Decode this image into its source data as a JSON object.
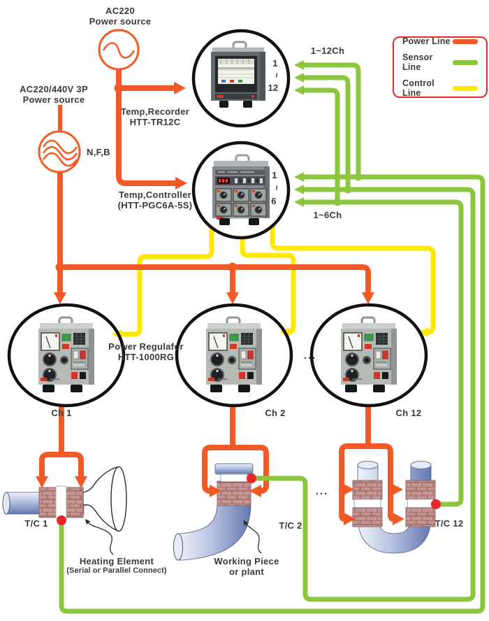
{
  "colors": {
    "power_line": "#F15A24",
    "sensor_line": "#8CC63F",
    "control_line": "#FFE800",
    "legend_border": "#E8262C",
    "red_dot": "#E8262C",
    "circle_stroke": "#111111"
  },
  "legend": {
    "items": [
      {
        "label": "Power Line",
        "color": "#F15A24"
      },
      {
        "label": "Sensor Line",
        "color": "#8CC63F"
      },
      {
        "label": "Control Line",
        "color": "#FFE800"
      }
    ]
  },
  "power_sources": {
    "ac220": {
      "line1": "AC220",
      "line2": "Power source"
    },
    "ac3p": {
      "line1": "AC220/440V 3P",
      "line2": "Power source"
    },
    "breaker": "N,F,B"
  },
  "devices": {
    "recorder": {
      "name": "Temp,Recorder",
      "model": "HTT-TR12C",
      "channel_range": "1~12Ch",
      "ch": [
        "1",
        "~",
        "12"
      ]
    },
    "controller": {
      "name": "Temp,Controller",
      "model": "(HTT-PGC6A-5S)",
      "channel_range": "1~6Ch",
      "ch": [
        "1",
        "~",
        "6"
      ]
    },
    "regulator": {
      "name": "Power Regulafor",
      "model": "HTT-1000RG",
      "channels": [
        "Ch 1",
        "Ch 2",
        "Ch 12"
      ]
    }
  },
  "thermocouples": [
    "T/C 1",
    "T/C 2",
    "T/C 12"
  ],
  "annotations": {
    "heating_element": {
      "line1": "Heating Element",
      "line2": "(Serial or Parallel Connect)"
    },
    "working_piece": {
      "line1": "Working Piece",
      "line2": "or plant"
    },
    "ellipsis": "..."
  }
}
